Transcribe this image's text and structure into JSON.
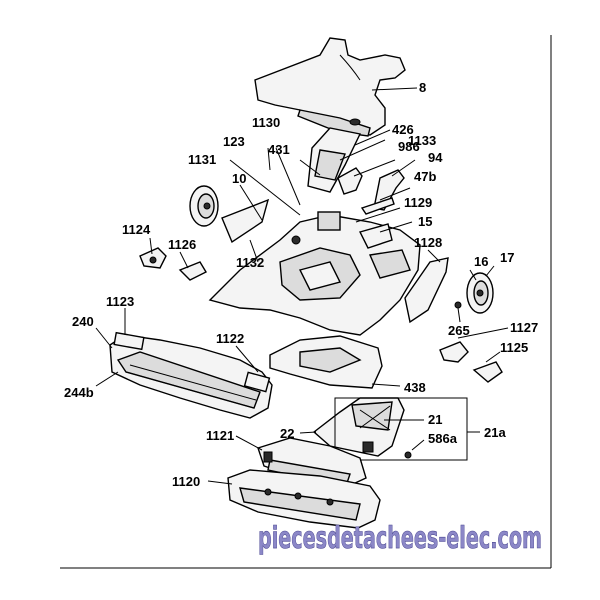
{
  "labels": {
    "l8": "8",
    "l426": "426",
    "l1130": "1130",
    "l123": "123",
    "l1133": "1133",
    "l431": "431",
    "l986": "986",
    "l94": "94",
    "l1131": "1131",
    "l47b": "47b",
    "l10": "10",
    "l1129": "1129",
    "l15": "15",
    "l1124": "1124",
    "l1126": "1126",
    "l1128": "1128",
    "l1132": "1132",
    "l16": "16",
    "l17": "17",
    "l1123": "1123",
    "l240": "240",
    "l265": "265",
    "l1127": "1127",
    "l1122": "1122",
    "l1125": "1125",
    "l244b": "244b",
    "l438": "438",
    "l21": "21",
    "l22": "22",
    "l586a": "586a",
    "l21a": "21a",
    "l1121": "1121",
    "l1120": "1120"
  },
  "watermark": "piecesdetachees-elec.com",
  "colors": {
    "line": "#000000",
    "watermark_fill": "#8b87c7",
    "watermark_stroke": "#4a4690",
    "part_fill": "#f4f4f4"
  }
}
